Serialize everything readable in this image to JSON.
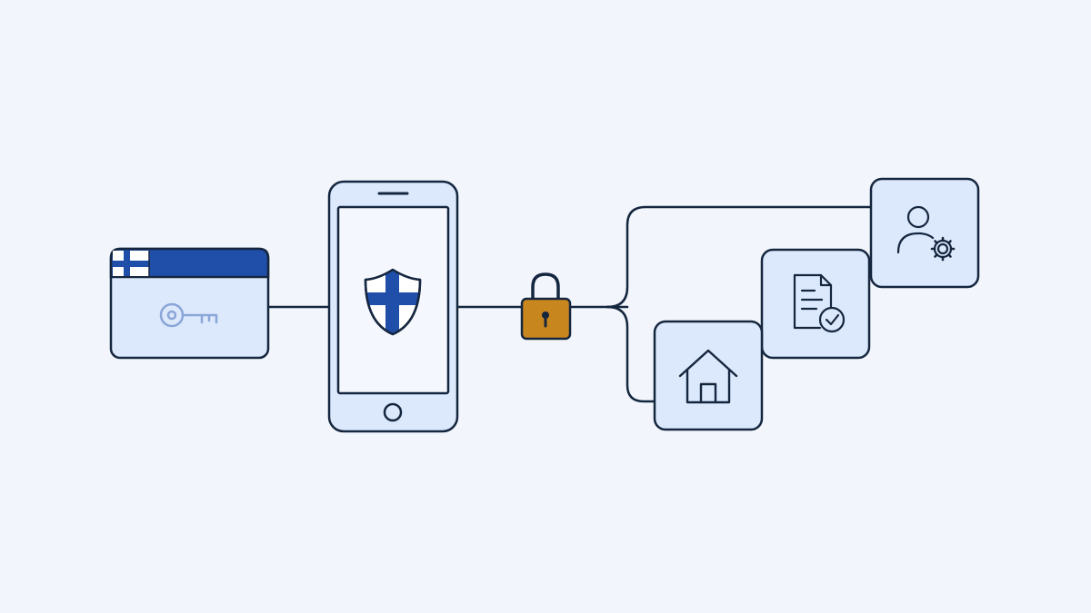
{
  "diagram": {
    "nodes": [
      {
        "id": "id-card",
        "icon": "finnish-flag-key-card-icon"
      },
      {
        "id": "smartphone",
        "icon": "finnish-shield-icon"
      },
      {
        "id": "secure-link",
        "icon": "padlock-icon"
      },
      {
        "id": "home-service",
        "icon": "house-icon"
      },
      {
        "id": "document-service",
        "icon": "verified-document-icon"
      },
      {
        "id": "account-settings-service",
        "icon": "user-gear-icon"
      }
    ],
    "connections": [
      {
        "from": "id-card",
        "to": "smartphone"
      },
      {
        "from": "smartphone",
        "to": "secure-link"
      },
      {
        "from": "secure-link",
        "to": "home-service"
      },
      {
        "from": "secure-link",
        "to": "document-service"
      },
      {
        "from": "secure-link",
        "to": "account-settings-service"
      }
    ]
  },
  "colors": {
    "background": "#f2f6fc",
    "outline": "#15263f",
    "tile_fill": "#dce8fb",
    "finnish_blue": "#1f4fa8",
    "key_muted": "#8aa5d8",
    "padlock": "#c8861f"
  }
}
